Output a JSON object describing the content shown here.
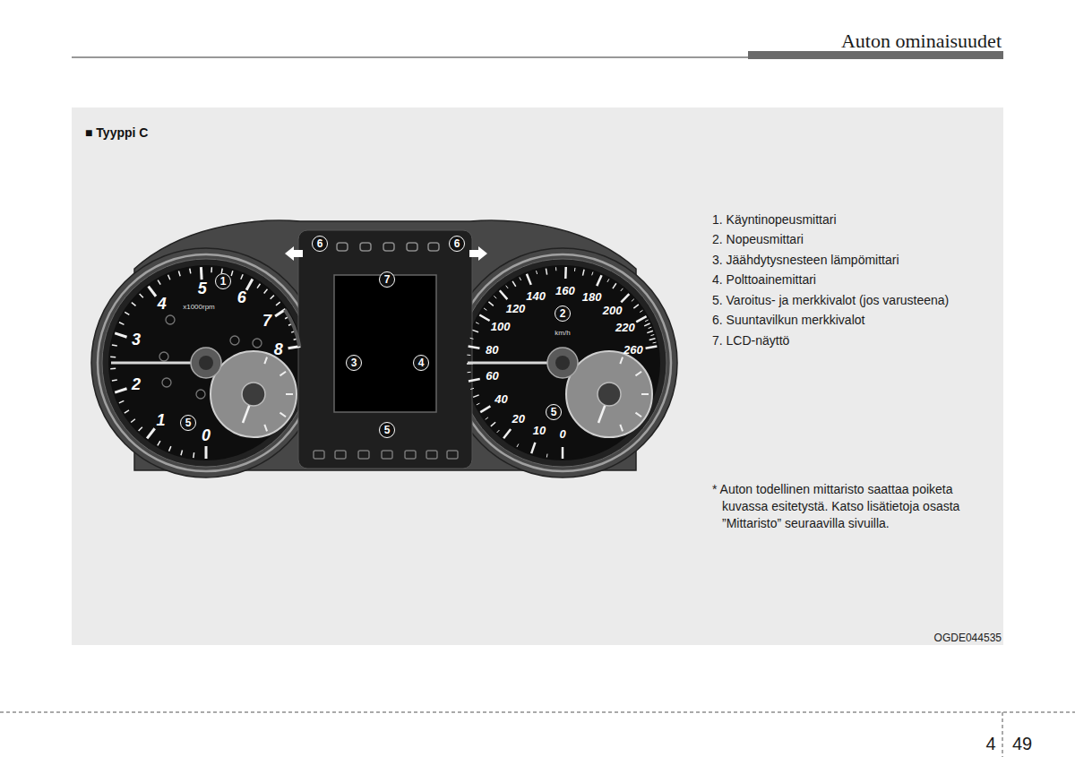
{
  "diagram": {
    "nodes": [
      {
        "text": [
          "■ Tyyppi C"
        ]
      },
      {
        "text": [
          "1"
        ],
        "in": 0
      },
      {
        "text": [
          "2"
        ],
        "in": 0
      },
      {
        "text": [
          "3"
        ],
        "in": 0
      },
      {
        "text": [
          "4"
        ],
        "in": 0
      },
      {
        "text": [
          "5"
        ],
        "in": 0
      },
      {
        "text": [
          "5"
        ],
        "in": 0
      },
      {
        "text": [
          "5"
        ],
        "in": 0
      },
      {
        "text": [
          "6"
        ],
        "in": 0
      },
      {
        "text": [
          "6"
        ],
        "in": 0
      },
      {
        "text": [
          "7"
        ],
        "in": 0
      }
    ],
    "labels": [
      "Auton ominaisuudet",
      "1. Käyntinopeusmittari",
      "2. Nopeusmittari",
      "3. Jäähdytysnesteen lämpömittari",
      "4. Polttoainemittari",
      "5. Varoitus- ja merkkivalot (jos varusteena)",
      "6. Suuntavilkun merkkivalot",
      "7. LCD-näyttö",
      "* Auton todellinen mittaristo saattaa poiketa kuvassa esitetystä. Katso lisätietoja osasta ”Mittaristo” seuraavilla sivuilla.",
      "OGDE044535",
      "4",
      "49",
      "0",
      "1",
      "2",
      "3",
      "4",
      "5",
      "6",
      "7",
      "8",
      "x1000rpm",
      "0",
      "10",
      "20",
      "40",
      "60",
      "80",
      "100",
      "120",
      "140",
      "160",
      "180",
      "200",
      "220",
      "260",
      "km/h"
    ]
  }
}
